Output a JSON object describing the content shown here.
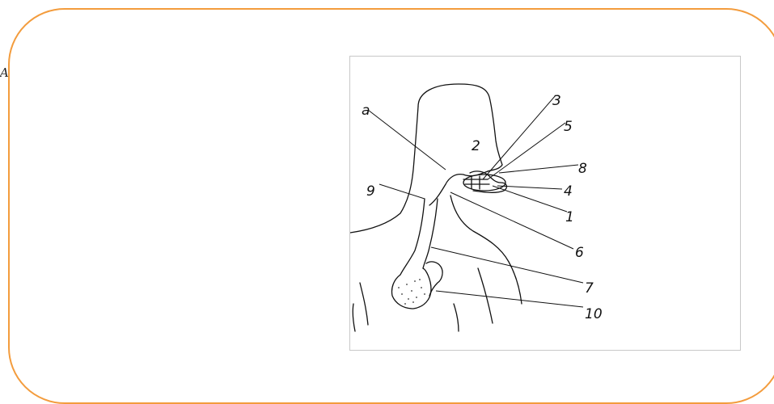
{
  "corner_mark": "A",
  "diagram": {
    "labels": [
      "a",
      "2",
      "3",
      "5",
      "8",
      "4",
      "9",
      "1",
      "6",
      "7",
      "10"
    ]
  }
}
